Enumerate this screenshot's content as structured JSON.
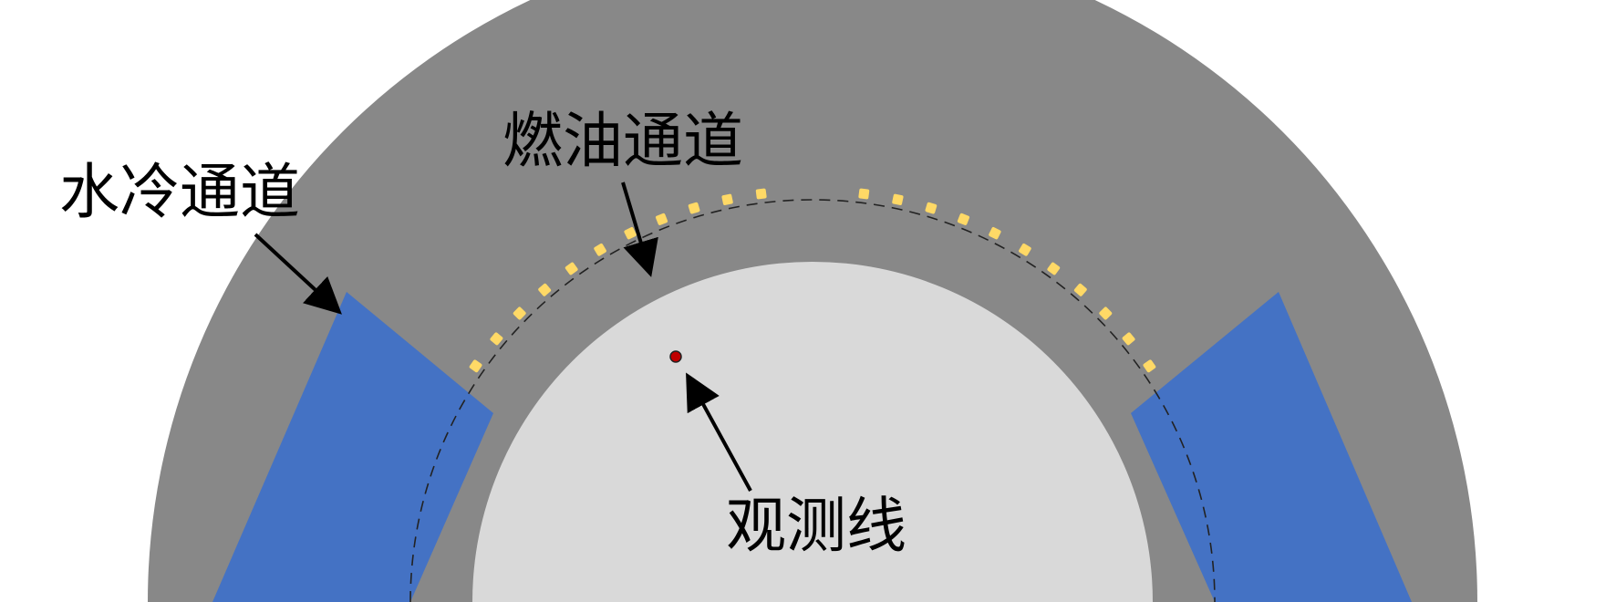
{
  "labels": {
    "water_channel": "水冷通道",
    "fuel_channel": "燃油通道",
    "observation_line": "观测线"
  },
  "colors": {
    "outer_wall": "#888888",
    "water_channel": "#4472c4",
    "fuel_hole": "#ffd966",
    "inner_bore": "#d9d9d9",
    "probe_point": "#c00000",
    "text": "#000000",
    "background": "#ffffff"
  }
}
